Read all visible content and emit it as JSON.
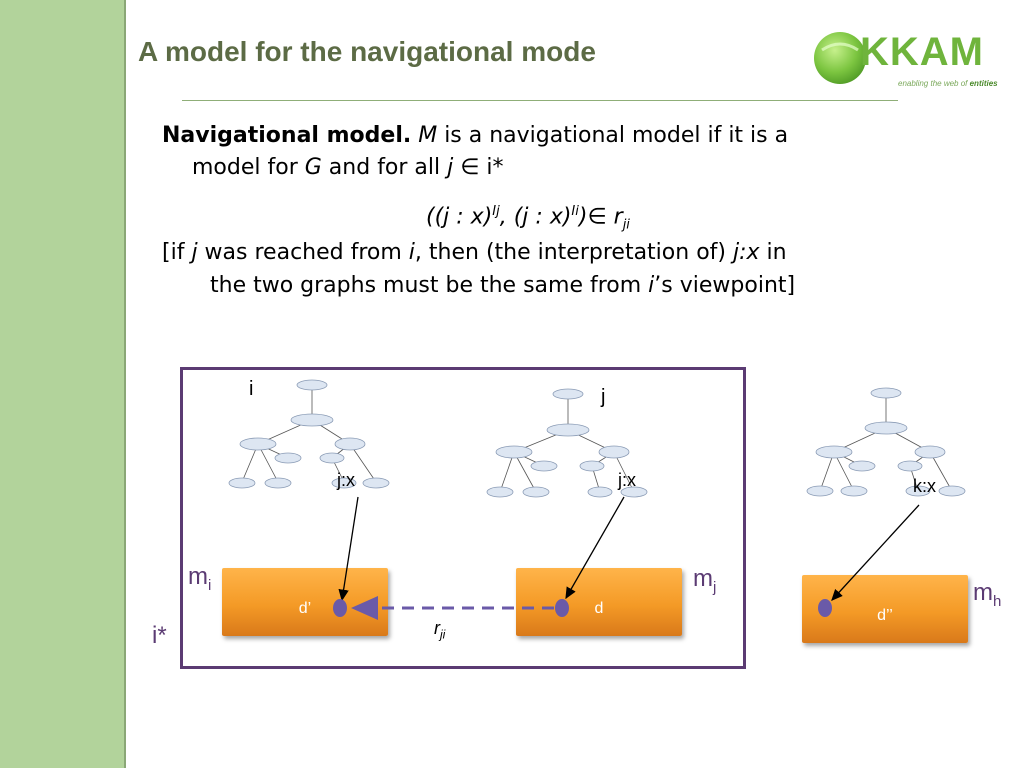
{
  "slide": {
    "title": "A model for the navigational mode",
    "logo": {
      "word": "KKAM",
      "tagline_pre": "enabling the web of ",
      "tagline_bold": "entities"
    },
    "definition": {
      "term": "Navigational model.",
      "M": "M",
      "part1": " is a navigational model if it is a",
      "line2_pre": "model for ",
      "G": "G",
      "line2_mid": " and for all ",
      "j": "j",
      "elem": "∈",
      "line2_post": " i*",
      "formula_a": "((j : x)",
      "formula_a_sup": "Ij",
      "formula_b": ", (j : x)",
      "formula_b_sup": "Ii",
      "formula_c": ")",
      "formula_r": " r",
      "formula_r_sub": "ji",
      "note1_pre": "[if ",
      "note1_j": "j",
      "note1_mid": " was reached from ",
      "note1_i": "i",
      "note1_mid2": ", then (the interpretation of) ",
      "note1_jx": "j:x",
      "note1_post": " in",
      "note2_pre": "the two graphs must be the same from ",
      "note2_i": "i",
      "note2_post": "’s viewpoint]"
    },
    "diagram": {
      "graph_labels": {
        "i": "i",
        "j": "j"
      },
      "node_labels": {
        "jx1": "j:x",
        "jx2": "j:x",
        "kx": "k:x"
      },
      "boxes": {
        "mi": "d’",
        "mj": "d",
        "mh": "d’’"
      },
      "models": {
        "mi": "m",
        "mi_sub": "i",
        "mj": "m",
        "mj_sub": "j",
        "mh": "m",
        "mh_sub": "h"
      },
      "istar": "i*",
      "relation": "r",
      "relation_sub": "ji"
    },
    "colors": {
      "sidebar": "#b2d39b",
      "title": "#5c6b45",
      "frame": "#5b3b73",
      "box": "#f49a26",
      "dot": "#6a5aa8",
      "logo": "#6fb43c"
    }
  }
}
